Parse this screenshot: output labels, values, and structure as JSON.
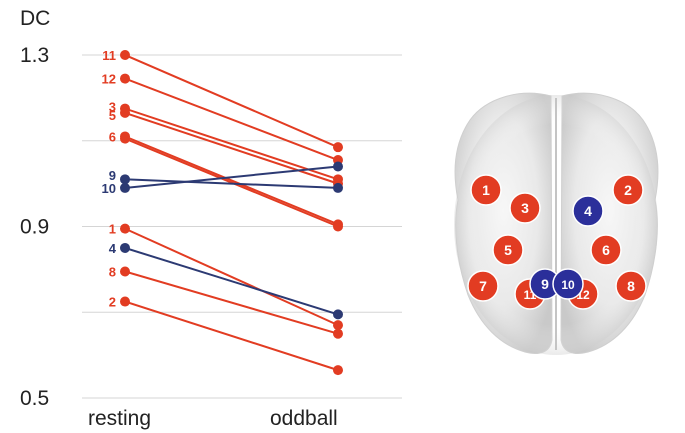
{
  "colors": {
    "red": "#e23c22",
    "navy": "#2c3a73",
    "grid": "#d5d5d5",
    "blue_node": "#2b2f9a"
  },
  "chart_data": {
    "type": "line",
    "ylabel": "DC",
    "ylim": [
      0.5,
      1.3
    ],
    "yticks": [
      {
        "value": 1.3,
        "label": "1.3"
      },
      {
        "value": 1.1,
        "label": ""
      },
      {
        "value": 0.9,
        "label": "0.9"
      },
      {
        "value": 0.7,
        "label": ""
      },
      {
        "value": 0.5,
        "label": "0.5"
      }
    ],
    "categories": [
      "resting",
      "oddball"
    ],
    "series": [
      {
        "name": "11",
        "color": "red",
        "values": [
          1.3,
          1.085
        ]
      },
      {
        "name": "12",
        "color": "red",
        "values": [
          1.245,
          1.055
        ]
      },
      {
        "name": "3",
        "color": "red",
        "values": [
          1.175,
          1.01
        ]
      },
      {
        "name": "5",
        "color": "red",
        "values": [
          1.165,
          1.0
        ]
      },
      {
        "name": "6",
        "color": "red",
        "values": [
          1.11,
          0.905
        ]
      },
      {
        "name": "6",
        "color": "red",
        "values": [
          1.105,
          0.9
        ]
      },
      {
        "name": "9",
        "color": "navy",
        "values": [
          1.01,
          0.99
        ]
      },
      {
        "name": "10",
        "color": "navy",
        "values": [
          0.99,
          1.04
        ]
      },
      {
        "name": "1",
        "color": "red",
        "values": [
          0.895,
          0.67
        ]
      },
      {
        "name": "4",
        "color": "navy",
        "values": [
          0.85,
          0.695
        ]
      },
      {
        "name": "8",
        "color": "red",
        "values": [
          0.795,
          0.65
        ]
      },
      {
        "name": "2",
        "color": "red",
        "values": [
          0.725,
          0.565
        ]
      }
    ],
    "visible_labels": [
      {
        "text": "11",
        "value": 1.3,
        "color": "red"
      },
      {
        "text": "12",
        "value": 1.245,
        "color": "red"
      },
      {
        "text": "3",
        "value": 1.18,
        "color": "red"
      },
      {
        "text": "5",
        "value": 1.16,
        "color": "red"
      },
      {
        "text": "6",
        "value": 1.11,
        "color": "red"
      },
      {
        "text": "9",
        "value": 1.02,
        "color": "navy"
      },
      {
        "text": "10",
        "value": 0.99,
        "color": "navy"
      },
      {
        "text": "1",
        "value": 0.895,
        "color": "red"
      },
      {
        "text": "4",
        "value": 0.85,
        "color": "navy"
      },
      {
        "text": "8",
        "value": 0.795,
        "color": "red"
      },
      {
        "text": "2",
        "value": 0.725,
        "color": "red"
      }
    ]
  },
  "brain_map": {
    "nodes": [
      {
        "label": "1",
        "color": "red"
      },
      {
        "label": "2",
        "color": "red"
      },
      {
        "label": "3",
        "color": "red"
      },
      {
        "label": "4",
        "color": "blue_node"
      },
      {
        "label": "5",
        "color": "red"
      },
      {
        "label": "6",
        "color": "red"
      },
      {
        "label": "7",
        "color": "red"
      },
      {
        "label": "8",
        "color": "red"
      },
      {
        "label": "11",
        "color": "red"
      },
      {
        "label": "12",
        "color": "red"
      },
      {
        "label": "9",
        "color": "blue_node"
      },
      {
        "label": "10",
        "color": "blue_node"
      }
    ]
  }
}
